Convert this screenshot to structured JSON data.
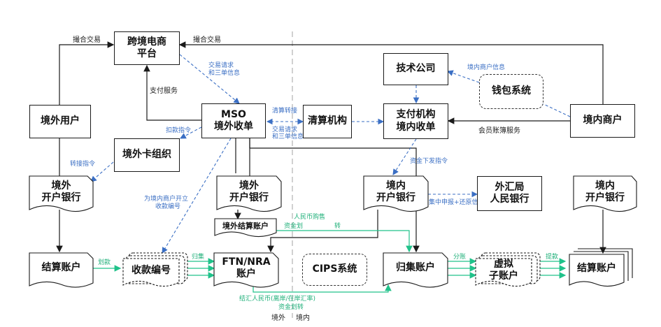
{
  "nodes": {
    "platform": "跨境电商\n平台",
    "overseas_user": "境外用户",
    "mso": "MSO\n境外收单",
    "clearing": "清算机构",
    "tech": "技术公司",
    "wallet": "钱包系统",
    "payment": "支付机构\n境内收单",
    "merchant": "境内商户",
    "card_org": "境外卡组织",
    "bank_a": "境外\n开户银行",
    "bank_b": "境外\n开户银行",
    "bank_c": "境内\n开户银行",
    "fx": "外汇局\n人民银行",
    "bank_d": "境内\n开户银行",
    "settle_foreign": "境外结算账户",
    "settle_a": "结算账户",
    "collect": "收款编号",
    "ftn": "FTN/NRA\n账户",
    "cips": "CIPS系统",
    "gather": "归集账户",
    "virtual": "虚拟\n子账户",
    "settle_b": "结算账户"
  },
  "labels": {
    "match_left": "撮合交易",
    "match_right": "撮合交易",
    "trade_req_1": "交易请求",
    "trade_req_2": "和三单信息",
    "pay_service": "支付服务",
    "deduct": "扣款指令",
    "transfer_cmd": "转接指令",
    "clear_transfer": "清算转接",
    "trade_req_3": "交易请求",
    "trade_req_4": "和三单信息",
    "merchant_info": "境内商户信息",
    "member_service": "会员账簿服务",
    "fund_cmd": "资金下发指令",
    "open_acct_1": "为境内商户开立",
    "open_acct_2": "收款编号",
    "report": "集中申报+还原信息",
    "rmb_buy": "人民币购售",
    "fund_1": "资金划",
    "fund_2": "转",
    "transfer_in": "划款",
    "gather_lbl": "归集",
    "split": "分账",
    "withdraw": "提款",
    "fx_settle": "结汇人民币(离岸/在岸汇率)",
    "fx_settle_2": "资金划转",
    "overseas": "境外",
    "domestic": "境内"
  },
  "colors": {
    "blue": "#3b6fc4",
    "green": "#20c28a",
    "black": "#1a1a1a"
  }
}
